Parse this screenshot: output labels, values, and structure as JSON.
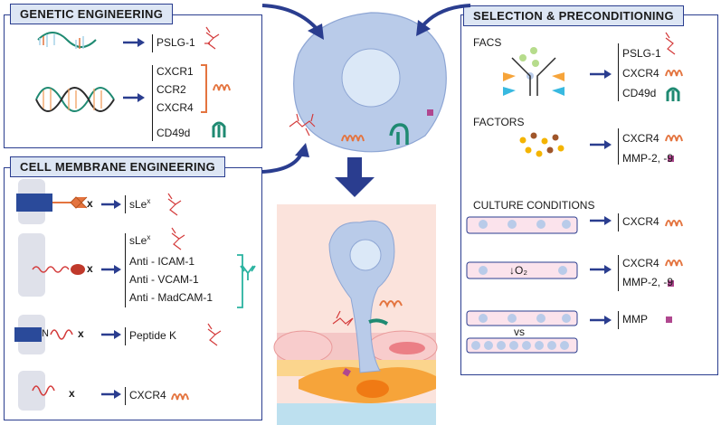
{
  "panels": {
    "genetic": {
      "title": "GENETIC ENGINEERING",
      "row1": [
        "PSLG-1"
      ],
      "row2": [
        "CXCR1",
        "CCR2",
        "CXCR4",
        "CD49d"
      ]
    },
    "membrane": {
      "title": "CELL MEMBRANE ENGINEERING",
      "row1": "sLe",
      "row1_sup": "x",
      "row2": [
        "sLe",
        "Anti - ICAM-1",
        "Anti - VCAM-1",
        "Anti - MadCAM-1"
      ],
      "row2_sup": "x",
      "row3": "Peptide K",
      "row4": "CXCR4",
      "mark_x": "x",
      "mark_n": "N"
    },
    "selection": {
      "title": "SELECTION & PRECONDITIONING",
      "facs": {
        "heading": "FACS",
        "items": [
          "PSLG-1",
          "CXCR4",
          "CD49d"
        ]
      },
      "factors": {
        "heading": "FACTORS",
        "items": [
          "CXCR4",
          "MMP-2, -9"
        ]
      },
      "culture": {
        "heading": "CULTURE CONDITIONS",
        "items1": [
          "CXCR4"
        ],
        "hypoxia_label": "↓O₂",
        "items2": [
          "CXCR4",
          "MMP-2, -9"
        ],
        "vs_label": "vs",
        "items3": [
          "MMP"
        ]
      }
    }
  },
  "colors": {
    "panel_border": "#2a3d8f",
    "arrow": "#2a3d8f",
    "cell": "#b9cbe9",
    "receptor": "#e4743f",
    "integrin": "#1f8a72",
    "ligand": "#d43b3b",
    "mmp": "#b0478f",
    "bracket_orange": "#e4743f",
    "bracket_teal": "#2ab3a0"
  }
}
